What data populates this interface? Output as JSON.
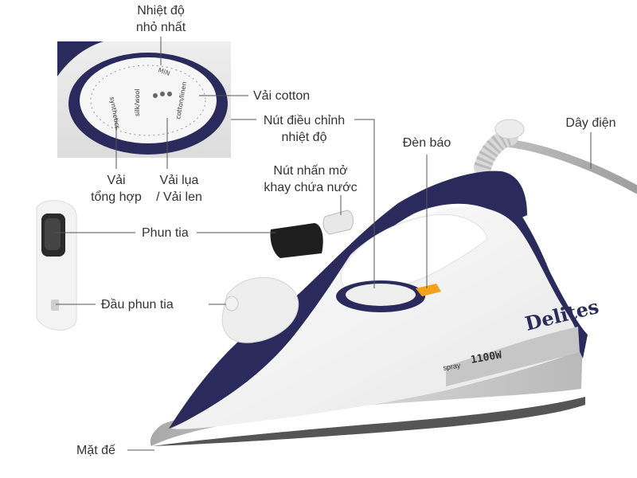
{
  "labels": {
    "min_temp": [
      "Nhiệt độ",
      "nhỏ nhất"
    ],
    "cotton": "Vải cotton",
    "temp_knob": [
      "Nút điều chỉnh",
      "nhiệt độ"
    ],
    "indicator": "Đèn báo",
    "power_cord": "Dây điện",
    "tank_button": [
      "Nút nhấn mở",
      "khay chứa nước"
    ],
    "synthetic": [
      "Vải",
      "tổng hợp"
    ],
    "silk_wool": [
      "Vải lụa",
      "/ Vải len"
    ],
    "spray": "Phun tia",
    "spray_nozzle": "Đầu phun tia",
    "soleplate": "Mặt đế"
  },
  "dial": {
    "min": "MIN",
    "synthetics": "synthetics",
    "silk_wool": "silk/wool",
    "cotton_linen": "cotton/linen"
  },
  "iron": {
    "brand": "Delites",
    "spray_text": "spray",
    "wattage": "1100W"
  },
  "colors": {
    "navy": "#2b2a5c",
    "white_body": "#f4f4f4",
    "silver": "#b8b8b8",
    "orange": "#f5a21b",
    "line": "#555555"
  }
}
